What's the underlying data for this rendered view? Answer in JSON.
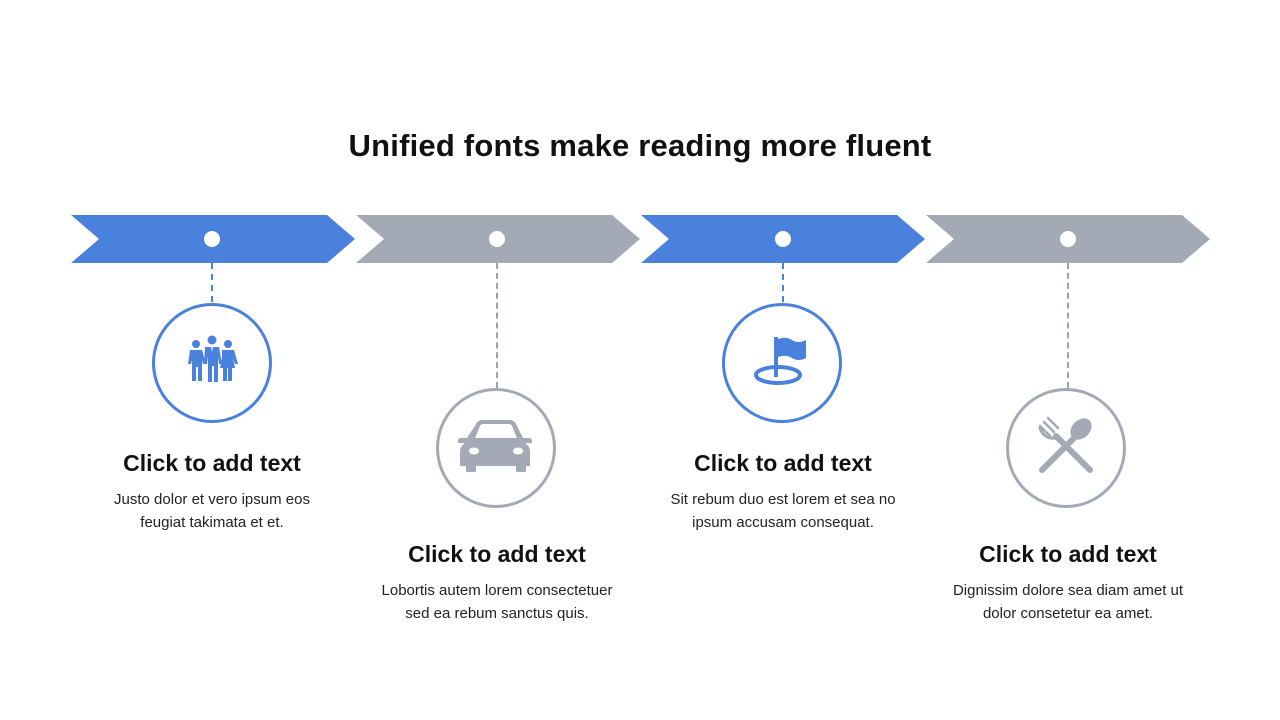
{
  "title": "Unified fonts make reading more fluent",
  "colors": {
    "blue": "#4a81dd",
    "gray": "#a3aab6",
    "dash_gray": "#9aa3b2"
  },
  "steps": [
    {
      "heading": "Click to add text",
      "line1": "Justo dolor et vero ipsum eos",
      "line2": "feugiat takimata et et.",
      "icon": "people-icon",
      "color": "blue"
    },
    {
      "heading": "Click to add text",
      "line1": "Lobortis autem lorem consectetuer",
      "line2": "sed ea rebum sanctus quis.",
      "icon": "car-icon",
      "color": "gray"
    },
    {
      "heading": "Click to add text",
      "line1": "Sit rebum duo est lorem et sea no",
      "line2": "ipsum accusam consequat.",
      "icon": "flag-icon",
      "color": "blue"
    },
    {
      "heading": "Click to add text",
      "line1": "Dignissim dolore sea diam amet ut",
      "line2": "dolor consetetur ea amet.",
      "icon": "fork-spoon-icon",
      "color": "gray"
    }
  ]
}
